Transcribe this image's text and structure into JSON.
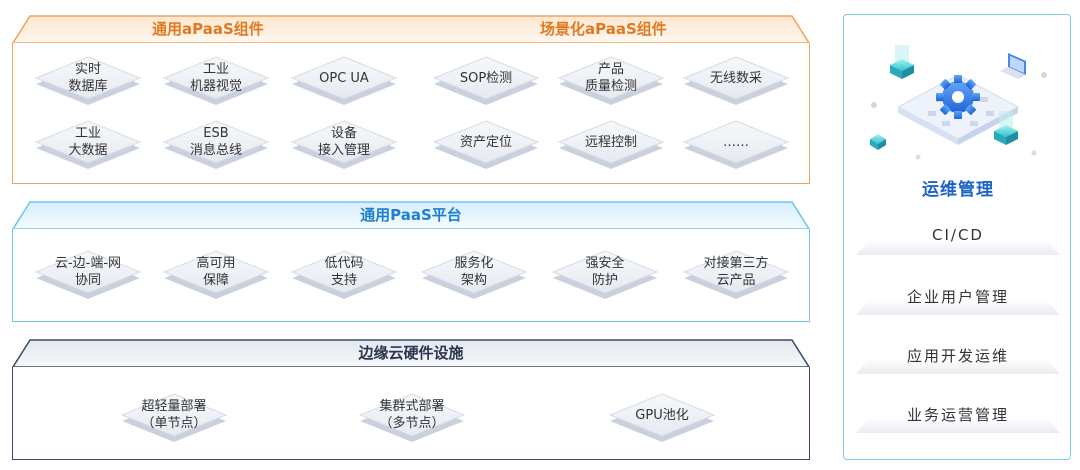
{
  "top_left": {
    "title": "通用aPaaS组件",
    "tiles": [
      {
        "l1": "实时",
        "l2": "数据库"
      },
      {
        "l1": "工业",
        "l2": "机器视觉"
      },
      {
        "l1": "OPC UA",
        "l2": ""
      },
      {
        "l1": "工业",
        "l2": "大数据"
      },
      {
        "l1": "ESB",
        "l2": "消息总线"
      },
      {
        "l1": "设备",
        "l2": "接入管理"
      }
    ]
  },
  "top_right": {
    "title": "场景化aPaaS组件",
    "tiles": [
      {
        "l1": "SOP检测",
        "l2": ""
      },
      {
        "l1": "产品",
        "l2": "质量检测"
      },
      {
        "l1": "无线数采",
        "l2": ""
      },
      {
        "l1": "资产定位",
        "l2": ""
      },
      {
        "l1": "远程控制",
        "l2": ""
      },
      {
        "l1": "……",
        "l2": ""
      }
    ]
  },
  "paas": {
    "title": "通用PaaS平台",
    "tiles": [
      {
        "l1": "云-边-端-网",
        "l2": "协同"
      },
      {
        "l1": "高可用",
        "l2": "保障"
      },
      {
        "l1": "低代码",
        "l2": "支持"
      },
      {
        "l1": "服务化",
        "l2": "架构"
      },
      {
        "l1": "强安全",
        "l2": "防护"
      },
      {
        "l1": "对接第三方",
        "l2": "云产品"
      }
    ]
  },
  "hardware": {
    "title": "边缘云硬件设施",
    "tiles": [
      {
        "l1": "超轻量部署",
        "l2": "（单节点）"
      },
      {
        "l1": "集群式部署",
        "l2": "（多节点）"
      },
      {
        "l1": "GPU池化",
        "l2": ""
      }
    ]
  },
  "ops": {
    "title": "运维管理",
    "items": [
      "CI/CD",
      "企业用户管理",
      "应用开发运维",
      "业务运营管理"
    ]
  },
  "colors": {
    "orange": "#f0a35e",
    "orange_text": "#e07a22",
    "blue": "#6fc3ef",
    "blue_text": "#1d7fd1",
    "dark": "#3a4a68",
    "tile_top": "#eef1f6",
    "tile_side": "#c9d1de"
  }
}
